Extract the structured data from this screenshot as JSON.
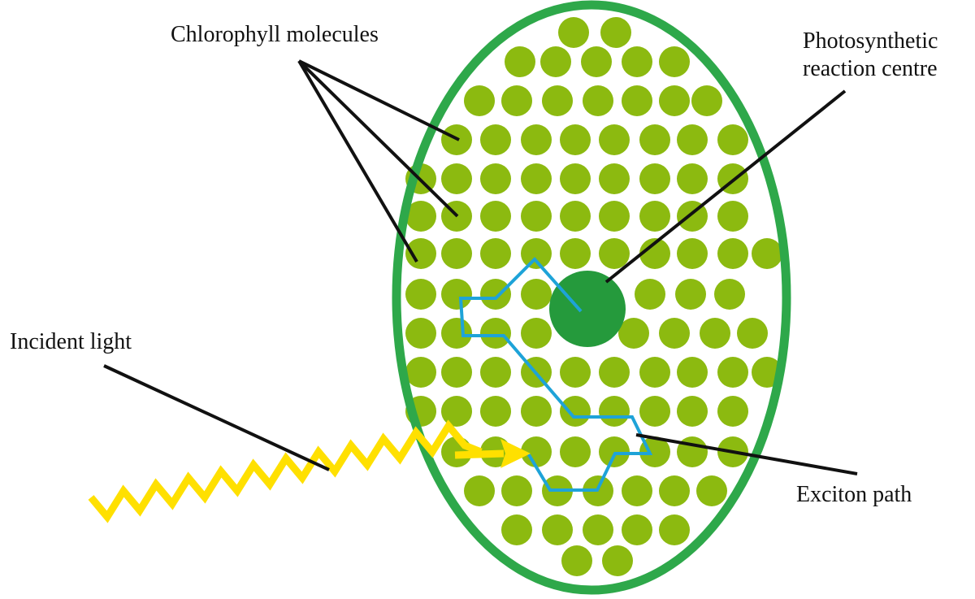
{
  "labels": {
    "chlorophyll": "Chlorophyll molecules",
    "reaction_centre_line1": "Photosynthetic",
    "reaction_centre_line2": "reaction centre",
    "incident_light": "Incident light",
    "exciton_path": "Exciton path"
  },
  "colors": {
    "membrane": "#2ea84a",
    "chlorophyll": "#8cba10",
    "reaction_centre": "#259a3c",
    "exciton_path": "#1ea3d8",
    "light": "#ffe000",
    "pointer_line": "#111111"
  }
}
